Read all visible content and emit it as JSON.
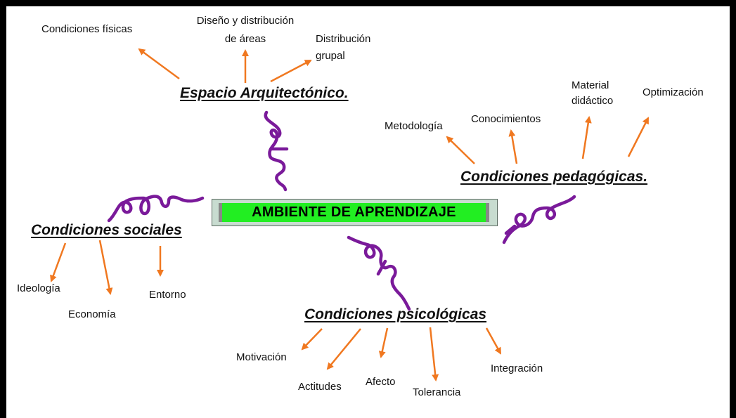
{
  "center": {
    "title": "AMBIENTE DE APRENDIZAJE"
  },
  "branches": {
    "espacio": {
      "heading": "Espacio Arquitectónico.",
      "items": [
        "Condiciones físicas",
        "Diseño y distribución\nde áreas",
        "Distribución\ngrupal"
      ]
    },
    "pedagogicas": {
      "heading": "Condiciones pedagógicas.",
      "items": [
        "Metodología",
        "Conocimientos",
        "Material\ndidáctico",
        "Optimización"
      ]
    },
    "sociales": {
      "heading": "Condiciones sociales",
      "items": [
        "Ideología",
        "Economía",
        "Entorno"
      ]
    },
    "psicologicas": {
      "heading": "Condiciones psicológicas",
      "items": [
        "Motivación",
        "Actitudes",
        "Afecto",
        "Tolerancia",
        "Integración"
      ]
    }
  },
  "colors": {
    "arrow": "#f07820",
    "connector": "#7a1a9a",
    "frame": "#000000",
    "center_fill": "#22ee22"
  }
}
